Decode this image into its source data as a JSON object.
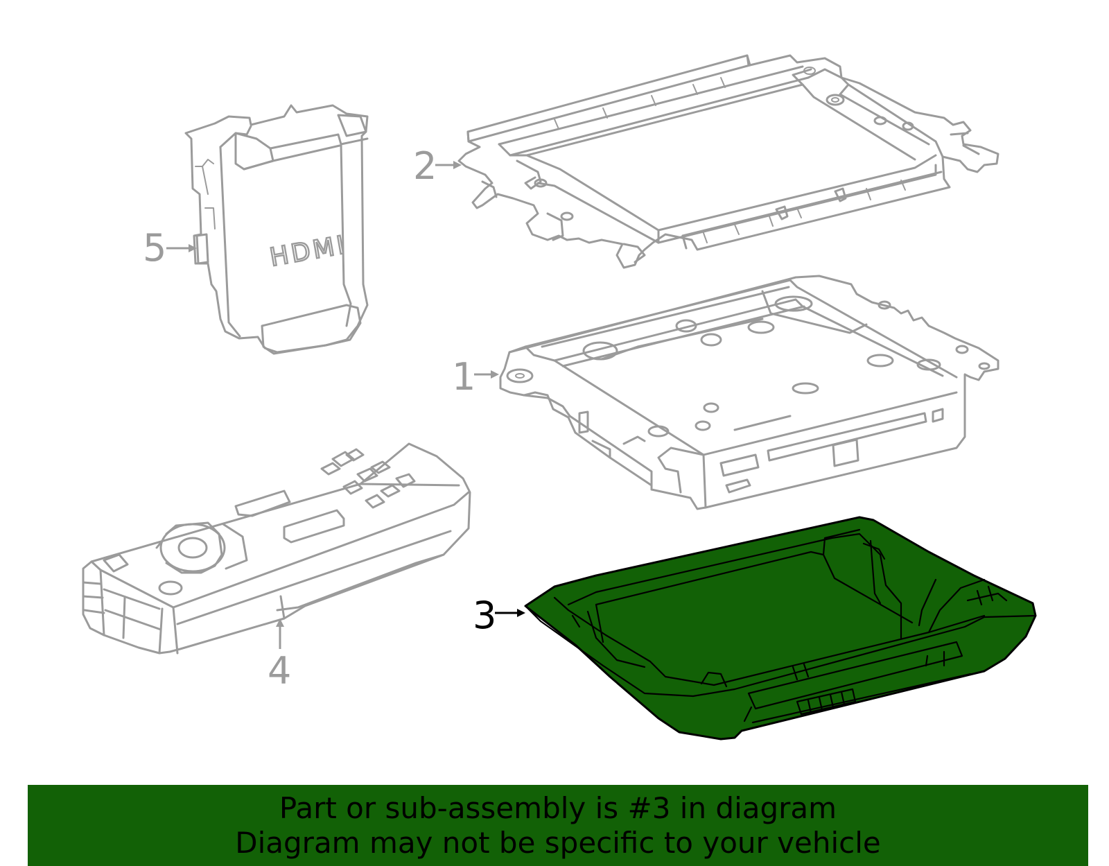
{
  "colors": {
    "line": "#9b9b9b",
    "highlight_fill": "#126106",
    "highlight_stroke": "#000000",
    "callout_default": "#9b9b9b",
    "callout_selected": "#000000",
    "banner_background": "#126106",
    "banner_text": "#000000"
  },
  "callouts": [
    {
      "id": "1",
      "label": "1"
    },
    {
      "id": "2",
      "label": "2"
    },
    {
      "id": "3",
      "label": "3"
    },
    {
      "id": "4",
      "label": "4"
    },
    {
      "id": "5",
      "label": "5"
    }
  ],
  "selected_part": "3",
  "parts": {
    "hdmi_module": {
      "marking": "HDMI"
    }
  },
  "banner": {
    "line1": "Part or sub-assembly is #3 in diagram",
    "line2": "Diagram may not be specific to your vehicle"
  }
}
